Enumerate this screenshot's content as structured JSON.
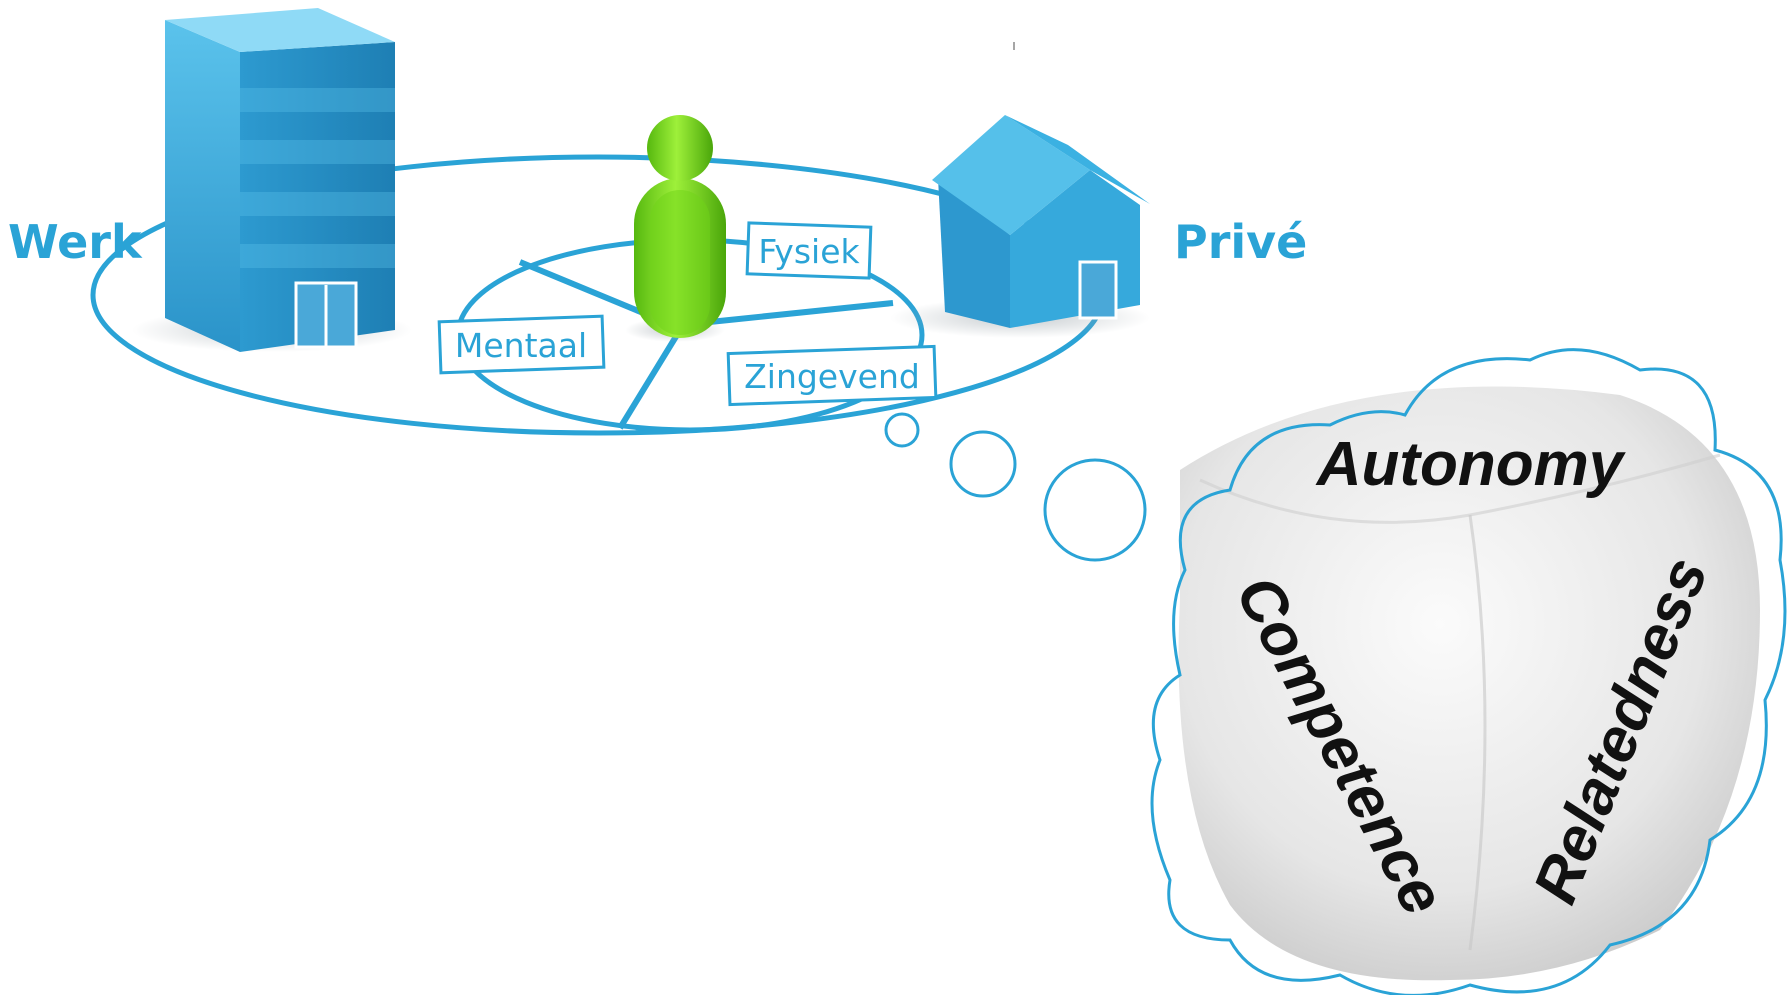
{
  "labels": {
    "left": "Werk",
    "right": "Privé"
  },
  "pie_labels": {
    "physical": "Fysiek",
    "mental": "Mentaal",
    "meaning": "Zingevend"
  },
  "dice_labels": {
    "top": "Autonomy",
    "left": "Competence",
    "right": "Relatedness"
  },
  "colors": {
    "accent_blue": "#2aa3d6",
    "person_green": "#7ed321",
    "dice_gray": "#e8e8e8",
    "text_dark": "#111111"
  },
  "icons": {
    "office": "office-building-icon",
    "home": "house-icon",
    "person": "person-icon"
  }
}
